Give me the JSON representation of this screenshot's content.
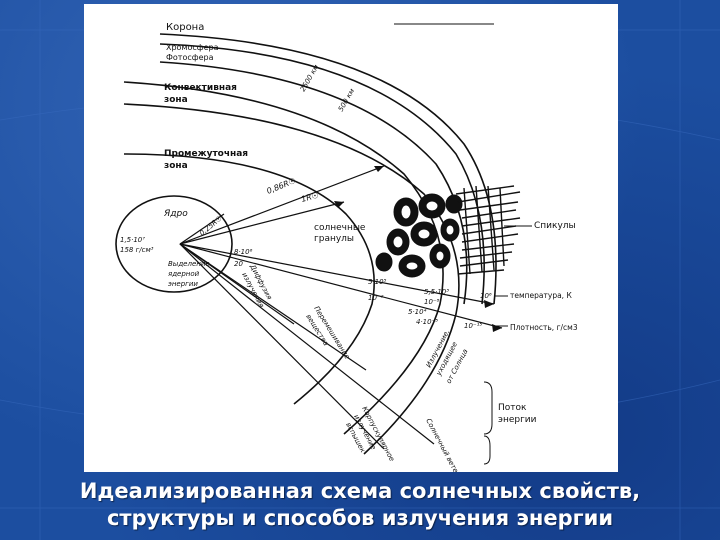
{
  "caption": {
    "line1": "Идеализированная схема солнечных свойств,",
    "line2": "структуры и способов излучения энергии"
  },
  "diagram": {
    "layers": {
      "corona": "Корона",
      "chromosphere": "Хромосфера",
      "photosphere": "Фотосфера",
      "convective_line1": "Конвективная",
      "convective_line2": "зона",
      "intermediate_line1": "Промежуточная",
      "intermediate_line2": "зона",
      "core": "Ядро"
    },
    "core_labels": {
      "temp": "1,5·10⁷",
      "density": "158 г/см³",
      "energy_line1": "Выделение",
      "energy_line2": "ядерной",
      "energy_line3": "энергии"
    },
    "granules_line1": "солнечные",
    "granules_line2": "гранулы",
    "spicules": "Спикулы",
    "temperature_label": "температура, К",
    "density_label": "Плотность, г/см3",
    "energy_flow_line1": "Поток",
    "energy_flow_line2": "энергии",
    "distances": {
      "d2500": "2500 км",
      "d500": "500 км",
      "r086": "0,86R☉",
      "r1": "1R☉",
      "r025": "0,25R☉"
    },
    "values": {
      "t_core": "8·10⁶",
      "d_core": "20",
      "t_mid": "5·10⁵",
      "d_mid": "10⁻²",
      "t_surf": "5,5·10³",
      "d_surf": "10⁻⁸",
      "t_out": "10⁶",
      "d_out": "10⁻¹⁵",
      "t_a": "5·10⁴",
      "d_a": "4·10⁻⁵"
    },
    "mechanisms": {
      "radiation_diffusion_1": "Диффузия",
      "radiation_diffusion_2": "излучения",
      "convection_1": "Перемешивание",
      "convection_2": "вещества",
      "emission_1": "Излучение,",
      "emission_2": "уходящее",
      "emission_3": "от Солнца",
      "wind_1": "Солнечный ветер",
      "particles_1": "Корпускулярное",
      "particles_2": "излучение",
      "particles_3": "вспышек"
    }
  }
}
